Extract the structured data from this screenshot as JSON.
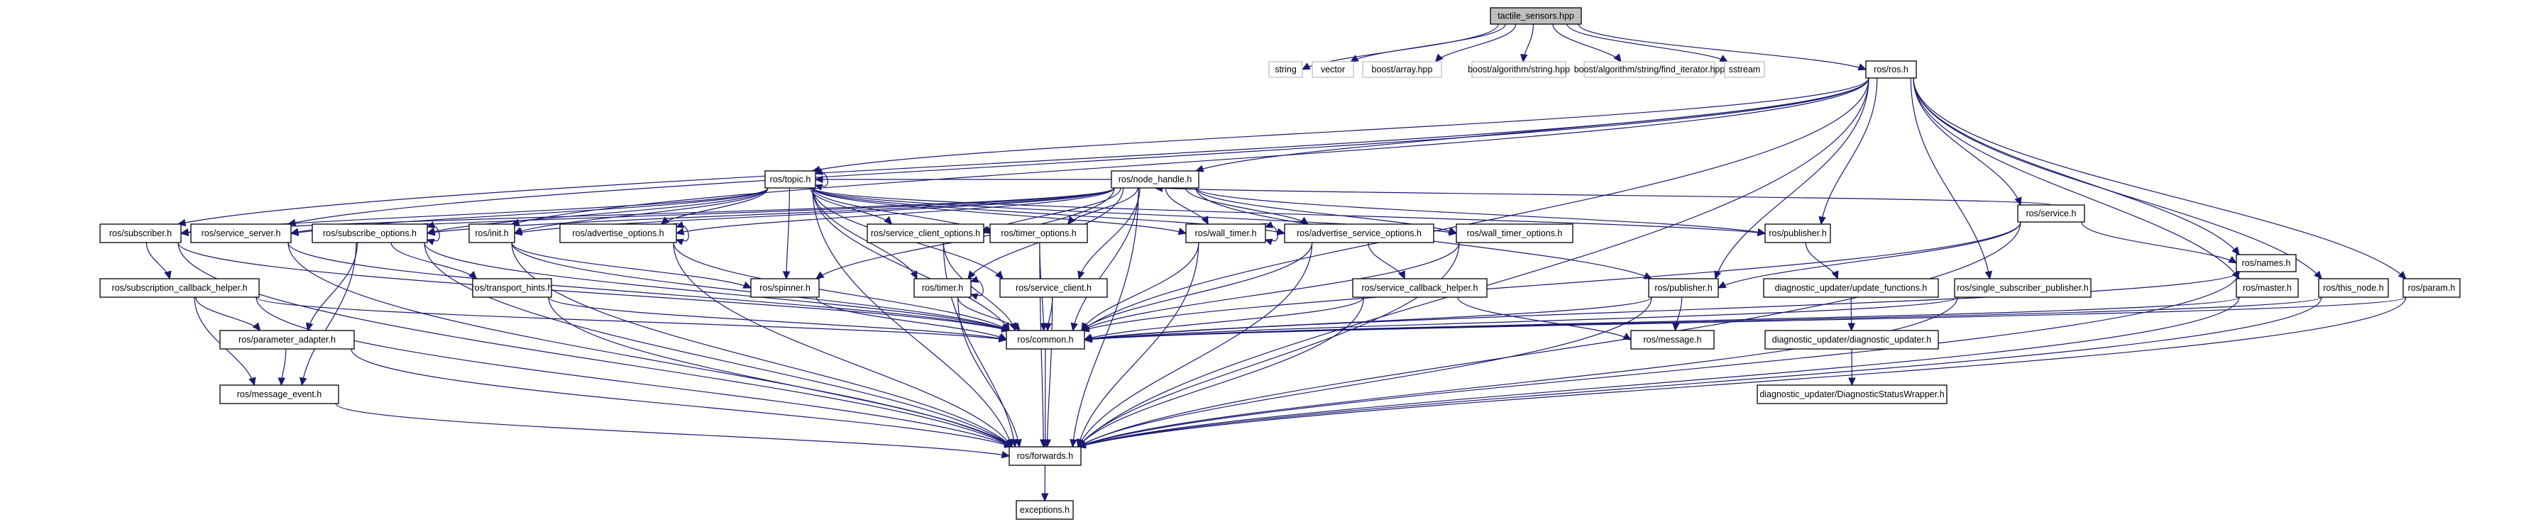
{
  "title": "tactile_sensors.hpp include dependency graph",
  "colors": {
    "edge": "#191970",
    "root_fill": "#bfbfbf",
    "node_border": "#000000",
    "external_border": "#bfbfbf"
  },
  "nodes": [
    {
      "id": "tactile_sensors",
      "label": "tactile_sensors.hpp",
      "kind": "root"
    },
    {
      "id": "string",
      "label": "string",
      "kind": "ext"
    },
    {
      "id": "vector",
      "label": "vector",
      "kind": "ext"
    },
    {
      "id": "boost_array",
      "label": "boost/array.hpp",
      "kind": "ext"
    },
    {
      "id": "boost_alg_string",
      "label": "boost/algorithm/string.hpp",
      "kind": "ext"
    },
    {
      "id": "boost_find_iter",
      "label": "boost/algorithm/string/find_iterator.hpp",
      "kind": "ext"
    },
    {
      "id": "sstream",
      "label": "sstream",
      "kind": "ext"
    },
    {
      "id": "ros_ros",
      "label": "ros/ros.h",
      "kind": "doc"
    },
    {
      "id": "ros_service",
      "label": "ros/service.h",
      "kind": "doc"
    },
    {
      "id": "ros_names",
      "label": "ros/names.h",
      "kind": "doc"
    },
    {
      "id": "ros_topic",
      "label": "ros/topic.h",
      "kind": "doc"
    },
    {
      "id": "ros_node_handle",
      "label": "ros/node_handle.h",
      "kind": "doc"
    },
    {
      "id": "ros_subscriber",
      "label": "ros/subscriber.h",
      "kind": "doc"
    },
    {
      "id": "ros_service_server",
      "label": "ros/service_server.h",
      "kind": "doc"
    },
    {
      "id": "ros_subscribe_options",
      "label": "ros/subscribe_options.h",
      "kind": "doc"
    },
    {
      "id": "ros_init",
      "label": "ros/init.h",
      "kind": "doc"
    },
    {
      "id": "ros_advertise_options",
      "label": "ros/advertise_options.h",
      "kind": "doc"
    },
    {
      "id": "ros_service_client_options",
      "label": "ros/service_client_options.h",
      "kind": "doc"
    },
    {
      "id": "ros_timer_options",
      "label": "ros/timer_options.h",
      "kind": "doc"
    },
    {
      "id": "ros_wall_timer",
      "label": "ros/wall_timer.h",
      "kind": "doc"
    },
    {
      "id": "ros_advertise_service_options",
      "label": "ros/advertise_service_options.h",
      "kind": "doc"
    },
    {
      "id": "ros_wall_timer_options",
      "label": "ros/wall_timer_options.h",
      "kind": "doc"
    },
    {
      "id": "ros_publisher_a",
      "label": "ros/publisher.h",
      "kind": "doc"
    },
    {
      "id": "ros_subscription_callback_helper",
      "label": "ros/subscription_callback_helper.h",
      "kind": "doc"
    },
    {
      "id": "ros_transport_hints",
      "label": "ros/transport_hints.h",
      "kind": "doc"
    },
    {
      "id": "ros_spinner",
      "label": "ros/spinner.h",
      "kind": "doc"
    },
    {
      "id": "ros_timer",
      "label": "ros/timer.h",
      "kind": "doc"
    },
    {
      "id": "ros_service_client",
      "label": "ros/service_client.h",
      "kind": "doc"
    },
    {
      "id": "ros_service_callback_helper",
      "label": "ros/service_callback_helper.h",
      "kind": "doc"
    },
    {
      "id": "ros_publisher_b",
      "label": "ros/publisher.h",
      "kind": "doc"
    },
    {
      "id": "diag_update_functions",
      "label": "diagnostic_updater/update_functions.h",
      "kind": "doc"
    },
    {
      "id": "ros_single_subscriber_publisher",
      "label": "ros/single_subscriber_publisher.h",
      "kind": "doc"
    },
    {
      "id": "ros_master",
      "label": "ros/master.h",
      "kind": "doc"
    },
    {
      "id": "ros_this_node",
      "label": "ros/this_node.h",
      "kind": "doc"
    },
    {
      "id": "ros_param",
      "label": "ros/param.h",
      "kind": "doc"
    },
    {
      "id": "ros_parameter_adapter",
      "label": "ros/parameter_adapter.h",
      "kind": "doc"
    },
    {
      "id": "ros_common",
      "label": "ros/common.h",
      "kind": "doc"
    },
    {
      "id": "ros_message",
      "label": "ros/message.h",
      "kind": "doc"
    },
    {
      "id": "diag_diagnostic_updater",
      "label": "diagnostic_updater/diagnostic_updater.h",
      "kind": "doc"
    },
    {
      "id": "ros_message_event",
      "label": "ros/message_event.h",
      "kind": "doc"
    },
    {
      "id": "diag_status_wrapper",
      "label": "diagnostic_updater/DiagnosticStatusWrapper.h",
      "kind": "doc"
    },
    {
      "id": "ros_forwards",
      "label": "ros/forwards.h",
      "kind": "doc"
    },
    {
      "id": "exceptions",
      "label": "exceptions.h",
      "kind": "doc"
    }
  ],
  "edges": [
    [
      "tactile_sensors",
      "string"
    ],
    [
      "tactile_sensors",
      "vector"
    ],
    [
      "tactile_sensors",
      "boost_array"
    ],
    [
      "tactile_sensors",
      "boost_alg_string"
    ],
    [
      "tactile_sensors",
      "boost_find_iter"
    ],
    [
      "tactile_sensors",
      "sstream"
    ],
    [
      "tactile_sensors",
      "ros_ros"
    ],
    [
      "ros_ros",
      "ros_service"
    ],
    [
      "ros_ros",
      "ros_names"
    ],
    [
      "ros_ros",
      "ros_topic"
    ],
    [
      "ros_ros",
      "ros_node_handle"
    ],
    [
      "ros_ros",
      "ros_subscriber"
    ],
    [
      "ros_ros",
      "ros_service_server"
    ],
    [
      "ros_ros",
      "ros_init"
    ],
    [
      "ros_ros",
      "ros_publisher_a"
    ],
    [
      "ros_ros",
      "ros_publisher_b"
    ],
    [
      "ros_ros",
      "ros_single_subscriber_publisher"
    ],
    [
      "ros_ros",
      "ros_master"
    ],
    [
      "ros_ros",
      "ros_this_node"
    ],
    [
      "ros_ros",
      "ros_param"
    ],
    [
      "ros_ros",
      "ros_common"
    ],
    [
      "ros_ros",
      "ros_forwards"
    ],
    [
      "ros_service",
      "ros_node_handle"
    ],
    [
      "ros_service",
      "ros_names"
    ],
    [
      "ros_service",
      "ros_common"
    ],
    [
      "ros_service",
      "ros_forwards"
    ],
    [
      "ros_service",
      "ros_publisher_b"
    ],
    [
      "ros_names",
      "ros_common"
    ],
    [
      "ros_names",
      "ros_forwards"
    ],
    [
      "ros_topic",
      "ros_topic"
    ],
    [
      "ros_topic",
      "ros_subscriber"
    ],
    [
      "ros_topic",
      "ros_service_server"
    ],
    [
      "ros_topic",
      "ros_subscribe_options"
    ],
    [
      "ros_topic",
      "ros_init"
    ],
    [
      "ros_topic",
      "ros_advertise_options"
    ],
    [
      "ros_topic",
      "ros_spinner"
    ],
    [
      "ros_topic",
      "ros_timer"
    ],
    [
      "ros_topic",
      "ros_service_client_options"
    ],
    [
      "ros_topic",
      "ros_timer_options"
    ],
    [
      "ros_topic",
      "ros_service_client"
    ],
    [
      "ros_topic",
      "ros_wall_timer"
    ],
    [
      "ros_topic",
      "ros_advertise_service_options"
    ],
    [
      "ros_topic",
      "ros_wall_timer_options"
    ],
    [
      "ros_topic",
      "ros_publisher_a"
    ],
    [
      "ros_topic",
      "ros_common"
    ],
    [
      "ros_topic",
      "ros_forwards"
    ],
    [
      "ros_node_handle",
      "ros_topic"
    ],
    [
      "ros_node_handle",
      "ros_subscriber"
    ],
    [
      "ros_node_handle",
      "ros_service_server"
    ],
    [
      "ros_node_handle",
      "ros_subscribe_options"
    ],
    [
      "ros_node_handle",
      "ros_init"
    ],
    [
      "ros_node_handle",
      "ros_advertise_options"
    ],
    [
      "ros_node_handle",
      "ros_spinner"
    ],
    [
      "ros_node_handle",
      "ros_timer"
    ],
    [
      "ros_node_handle",
      "ros_service_client_options"
    ],
    [
      "ros_node_handle",
      "ros_timer_options"
    ],
    [
      "ros_node_handle",
      "ros_service_client"
    ],
    [
      "ros_node_handle",
      "ros_wall_timer"
    ],
    [
      "ros_node_handle",
      "ros_advertise_service_options"
    ],
    [
      "ros_node_handle",
      "ros_wall_timer_options"
    ],
    [
      "ros_node_handle",
      "ros_publisher_a"
    ],
    [
      "ros_node_handle",
      "ros_publisher_b"
    ],
    [
      "ros_node_handle",
      "ros_common"
    ],
    [
      "ros_node_handle",
      "ros_forwards"
    ],
    [
      "ros_subscriber",
      "ros_subscription_callback_helper"
    ],
    [
      "ros_subscriber",
      "ros_common"
    ],
    [
      "ros_subscriber",
      "ros_forwards"
    ],
    [
      "ros_service_server",
      "ros_common"
    ],
    [
      "ros_service_server",
      "ros_forwards"
    ],
    [
      "ros_subscribe_options",
      "ros_subscribe_options"
    ],
    [
      "ros_subscribe_options",
      "ros_transport_hints"
    ],
    [
      "ros_subscribe_options",
      "ros_parameter_adapter"
    ],
    [
      "ros_subscribe_options",
      "ros_message_event"
    ],
    [
      "ros_subscribe_options",
      "ros_common"
    ],
    [
      "ros_subscribe_options",
      "ros_forwards"
    ],
    [
      "ros_init",
      "ros_spinner"
    ],
    [
      "ros_init",
      "ros_common"
    ],
    [
      "ros_init",
      "ros_forwards"
    ],
    [
      "ros_advertise_options",
      "ros_advertise_options"
    ],
    [
      "ros_advertise_options",
      "ros_common"
    ],
    [
      "ros_advertise_options",
      "ros_forwards"
    ],
    [
      "ros_service_client_options",
      "ros_common"
    ],
    [
      "ros_service_client_options",
      "ros_forwards"
    ],
    [
      "ros_timer_options",
      "ros_common"
    ],
    [
      "ros_timer_options",
      "ros_forwards"
    ],
    [
      "ros_wall_timer",
      "ros_wall_timer"
    ],
    [
      "ros_wall_timer",
      "ros_common"
    ],
    [
      "ros_wall_timer",
      "ros_forwards"
    ],
    [
      "ros_advertise_service_options",
      "ros_service_callback_helper"
    ],
    [
      "ros_advertise_service_options",
      "ros_common"
    ],
    [
      "ros_advertise_service_options",
      "ros_forwards"
    ],
    [
      "ros_wall_timer_options",
      "ros_common"
    ],
    [
      "ros_wall_timer_options",
      "ros_forwards"
    ],
    [
      "ros_publisher_a",
      "diag_update_functions"
    ],
    [
      "ros_subscription_callback_helper",
      "ros_parameter_adapter"
    ],
    [
      "ros_subscription_callback_helper",
      "ros_message_event"
    ],
    [
      "ros_subscription_callback_helper",
      "ros_common"
    ],
    [
      "ros_subscription_callback_helper",
      "ros_forwards"
    ],
    [
      "ros_transport_hints",
      "ros_common"
    ],
    [
      "ros_transport_hints",
      "ros_forwards"
    ],
    [
      "ros_spinner",
      "ros_common"
    ],
    [
      "ros_timer",
      "ros_timer"
    ],
    [
      "ros_timer",
      "ros_common"
    ],
    [
      "ros_timer",
      "ros_forwards"
    ],
    [
      "ros_service_client",
      "ros_common"
    ],
    [
      "ros_service_client",
      "ros_forwards"
    ],
    [
      "ros_service_callback_helper",
      "ros_common"
    ],
    [
      "ros_service_callback_helper",
      "ros_message"
    ],
    [
      "ros_service_callback_helper",
      "ros_forwards"
    ],
    [
      "ros_publisher_b",
      "ros_message"
    ],
    [
      "ros_publisher_b",
      "ros_common"
    ],
    [
      "ros_publisher_b",
      "ros_forwards"
    ],
    [
      "diag_update_functions",
      "diag_diagnostic_updater"
    ],
    [
      "ros_single_subscriber_publisher",
      "ros_common"
    ],
    [
      "ros_single_subscriber_publisher",
      "ros_forwards"
    ],
    [
      "ros_master",
      "ros_common"
    ],
    [
      "ros_master",
      "ros_forwards"
    ],
    [
      "ros_this_node",
      "ros_common"
    ],
    [
      "ros_this_node",
      "ros_forwards"
    ],
    [
      "ros_param",
      "ros_common"
    ],
    [
      "ros_param",
      "ros_forwards"
    ],
    [
      "ros_parameter_adapter",
      "ros_message_event"
    ],
    [
      "ros_parameter_adapter",
      "ros_forwards"
    ],
    [
      "ros_message_event",
      "ros_forwards"
    ],
    [
      "ros_common",
      "ros_forwards"
    ],
    [
      "diag_diagnostic_updater",
      "diag_status_wrapper"
    ],
    [
      "ros_forwards",
      "exceptions"
    ]
  ]
}
